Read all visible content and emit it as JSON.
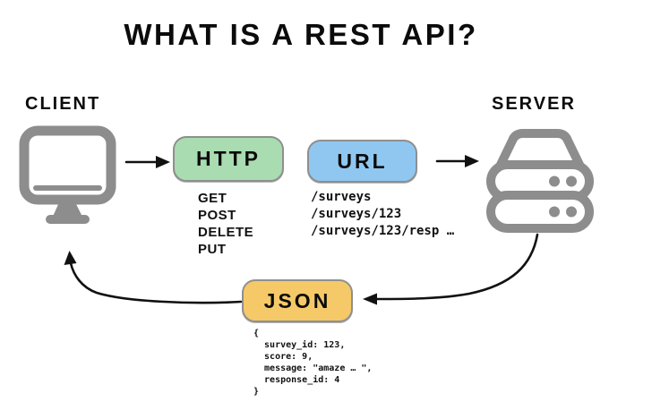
{
  "title": "WHAT IS A REST API?",
  "client": {
    "label": "CLIENT"
  },
  "server": {
    "label": "SERVER"
  },
  "http": {
    "badge_label": "HTTP",
    "badge_color": "#a9dcb0",
    "methods": [
      "GET",
      "POST",
      "DELETE",
      "PUT"
    ]
  },
  "url": {
    "badge_label": "URL",
    "badge_color": "#8fc7f1",
    "paths": [
      "/surveys",
      "/surveys/123",
      "/surveys/123/resp …"
    ]
  },
  "json": {
    "badge_label": "JSON",
    "badge_color": "#f6c968",
    "snippet": "{\n  survey_id: 123,\n  score: 9,\n  message: \"amaze … \",\n  response_id: 4\n}"
  },
  "colors": {
    "icon_gray": "#8d8d8d",
    "arrow_black": "#111111",
    "badge_border": "#8f8f8f"
  }
}
